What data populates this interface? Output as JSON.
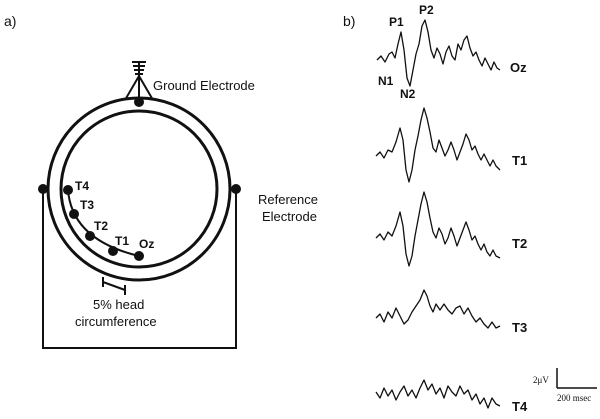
{
  "panel_a": {
    "label": "a)",
    "ground_label": "Ground Electrode",
    "reference_label_line1": "Reference",
    "reference_label_line2": "Electrode",
    "measure_label_line1": "5% head",
    "measure_label_line2": "circumference",
    "electrodes": [
      "T4",
      "T3",
      "T2",
      "T1",
      "Oz"
    ]
  },
  "panel_b": {
    "label": "b)",
    "peaks": [
      "P1",
      "P2",
      "N1",
      "N2"
    ],
    "channels": [
      "Oz",
      "T1",
      "T2",
      "T3",
      "T4"
    ],
    "scale_amplitude": "2μV",
    "scale_time": "200 msec"
  },
  "colors": {
    "ink": "#111111",
    "background": "#ffffff"
  }
}
